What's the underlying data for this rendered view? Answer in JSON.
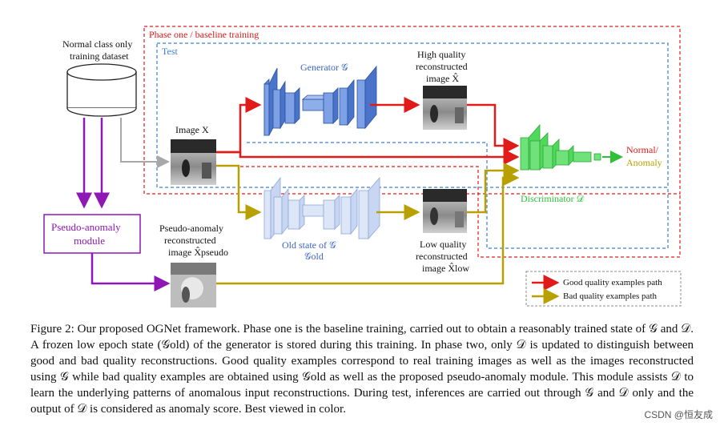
{
  "figure": {
    "phase_one_label": "Phase one / baseline training",
    "test_label": "Test",
    "dataset_label_1": "Normal class only",
    "dataset_label_2": "training dataset",
    "image_x_label": "Image X",
    "generator_label": "Generator 𝒢",
    "hq_label_1": "High quality",
    "hq_label_2": "reconstructed",
    "hq_label_3": "image X̂",
    "pseudo_module_label_1": "Pseudo-anomaly",
    "pseudo_module_label_2": "module",
    "pseudo_recon_label_1": "Pseudo-anomaly",
    "pseudo_recon_label_2": "reconstructed",
    "pseudo_recon_label_3": "image X̂pseudo",
    "old_state_label_1": "Old state of 𝒢",
    "old_state_label_2": "𝒢old",
    "lq_label_1": "Low quality",
    "lq_label_2": "reconstructed",
    "lq_label_3": "image X̂low",
    "discriminator_label": "Discriminator 𝒟",
    "output_normal": "Normal/",
    "output_anomaly": "Anomaly",
    "legend_good": "Good quality examples path",
    "legend_bad": "Bad quality examples path"
  },
  "colors": {
    "red": "#e11a1a",
    "gold": "#b8a000",
    "purple": "#8e17b5",
    "blue_dash": "#3a7dd8",
    "generator_blue": "#5b85d8",
    "old_blue": "#c9d6f2",
    "disc_green": "#4fd85a",
    "gray_arrow": "#a8a8a8"
  },
  "caption": "Figure 2: Our proposed OGNet framework. Phase one is the baseline training, carried out to obtain a reasonably trained state of 𝒢 and 𝒟. A frozen low epoch state (𝒢old) of the generator is stored during this training. In phase two, only 𝒟 is updated to distinguish between good and bad quality reconstructions. Good quality examples correspond to real training images as well as the images reconstructed using 𝒢 while bad quality examples are obtained using 𝒢old as well as the proposed pseudo-anomaly module. This module assists 𝒟 to learn the underlying patterns of anomalous input reconstructions. During test, inferences are carried out through 𝒢 and 𝒟 only and the output of 𝒟 is considered as anomaly score. Best viewed in color.",
  "watermark": "CSDN @恒友成"
}
